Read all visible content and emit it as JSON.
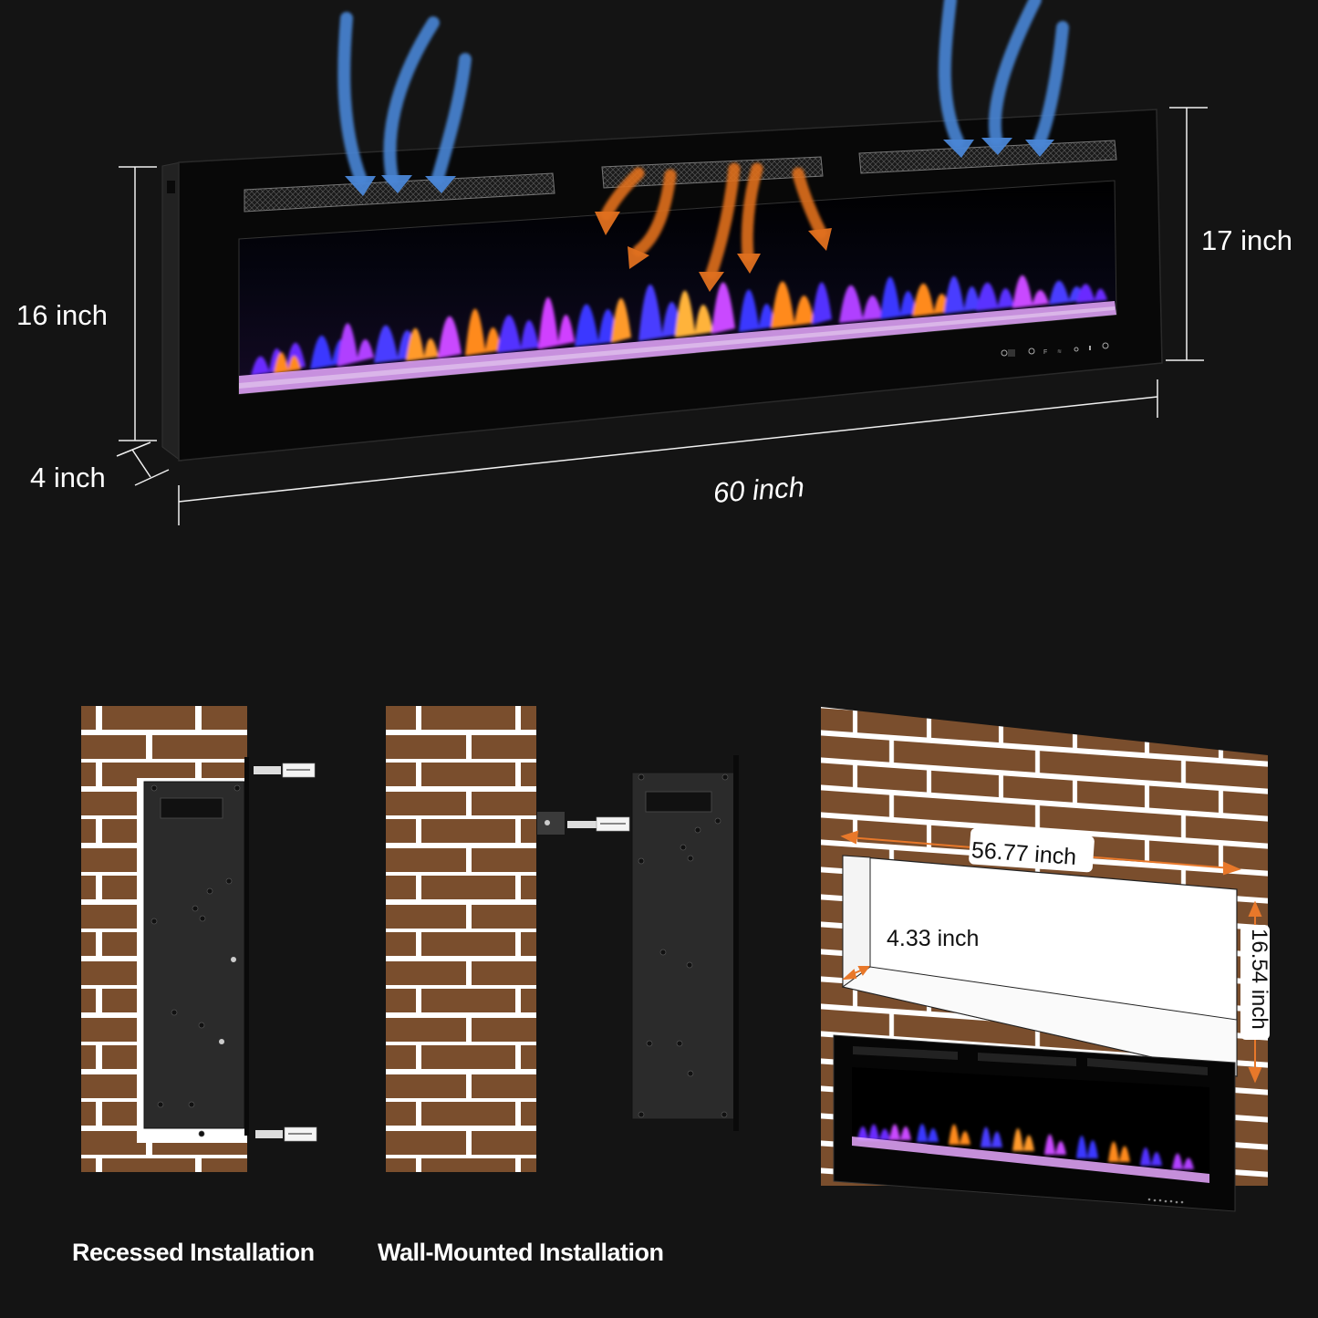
{
  "colors": {
    "background": "#141414",
    "brick": "#7a4e2d",
    "mortar": "#ffffff",
    "cold_air_arrow": "#4a86d6",
    "hot_air_arrow": "#e0701f",
    "dimension_arrow": "#e8782a",
    "unit_body": "#080808",
    "back_panel": "#2b2b2b"
  },
  "top_view": {
    "dimensions": {
      "height_left": "16 inch",
      "height_right": "17 inch",
      "depth": "4 inch",
      "width": "60 inch"
    },
    "control_panel_icons": [
      "timer-led-icon",
      "timer-icon",
      "fahrenheit-icon",
      "heat-icon",
      "flame-icon",
      "brightness-icon",
      "power-icon"
    ],
    "airflow": {
      "cold_air_intakes": 2,
      "hot_air_outlet": 1
    }
  },
  "installations": [
    {
      "caption": "Recessed Installation"
    },
    {
      "caption": "Wall-Mounted Installation"
    }
  ],
  "recess_cutout": {
    "width": "56.77 inch",
    "depth": "4.33 inch",
    "height": "16.54 inch"
  }
}
